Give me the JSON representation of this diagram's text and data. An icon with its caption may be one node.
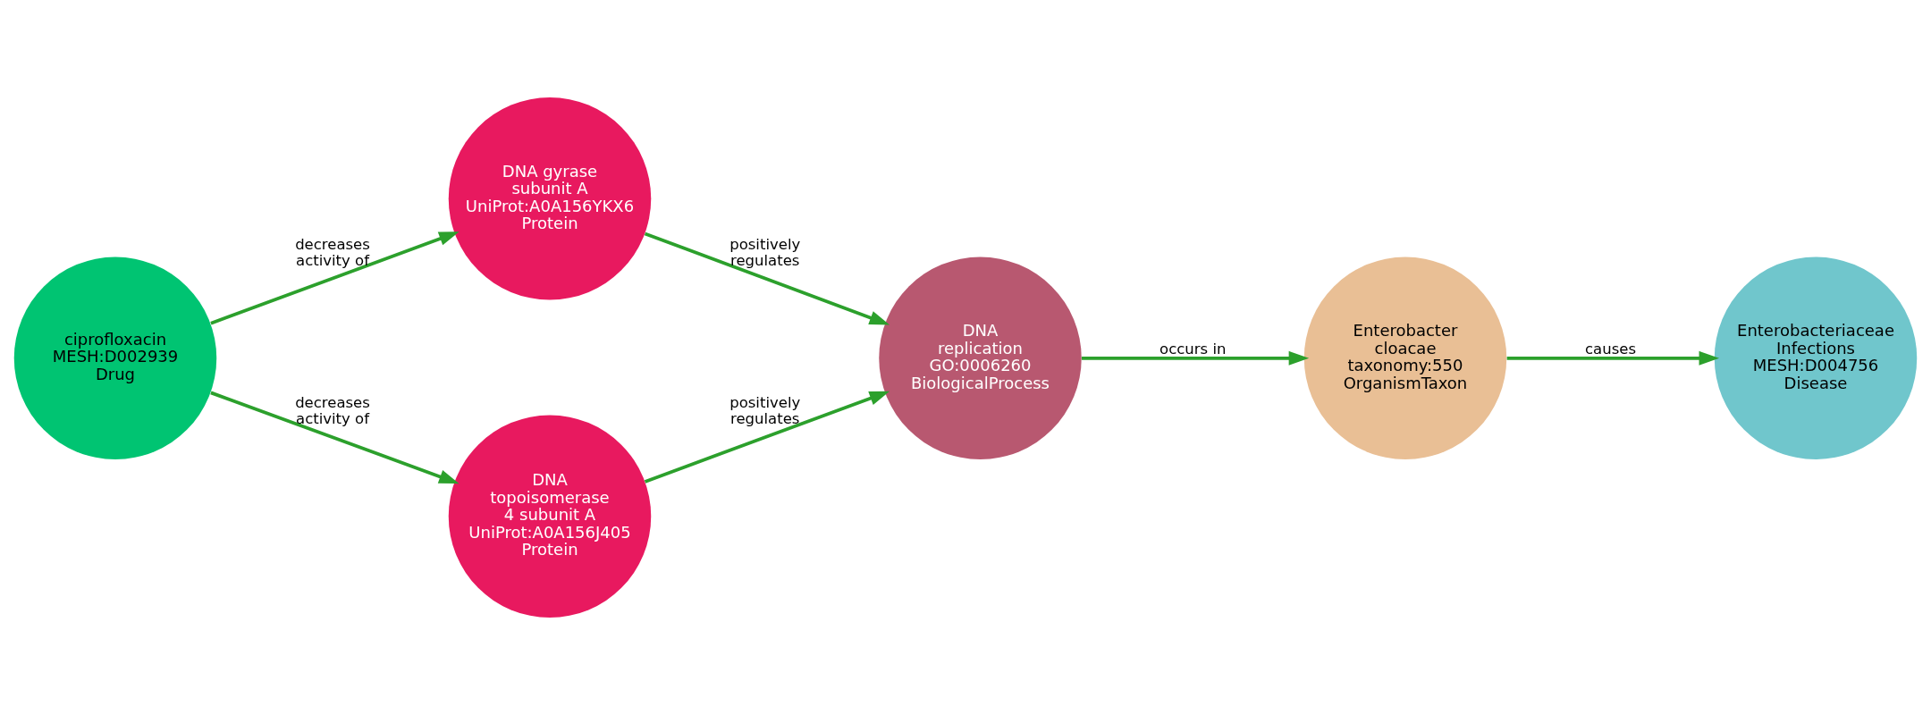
{
  "diagram": {
    "nodes": [
      {
        "text": [
          "ciprofloxacin",
          "MESH:D002939",
          "Drug"
        ]
      },
      {
        "text": [
          "DNA gyrase subunit A",
          "UniProt:A0A156YKX6",
          "Protein"
        ]
      },
      {
        "text": [
          "DNA topoisomerase 4 subunit A",
          "UniProt:A0A156J405",
          "Protein"
        ]
      },
      {
        "text": [
          "DNA replication",
          "GO:0006260",
          "BiologicalProcess"
        ]
      },
      {
        "text": [
          "Enterobacter cloacae",
          "taxonomy:550",
          "OrganismTaxon"
        ]
      },
      {
        "text": [
          "Enterobacteriaceae Infections",
          "MESH:D004756",
          "Disease"
        ]
      }
    ],
    "edges": [
      {
        "from": 0,
        "to": 1,
        "arrow": "to",
        "label": "decreases activity of"
      },
      {
        "from": 0,
        "to": 2,
        "arrow": "to",
        "label": "decreases activity of"
      },
      {
        "from": 1,
        "to": 3,
        "arrow": "to",
        "label": "positively regulates"
      },
      {
        "from": 2,
        "to": 3,
        "arrow": "to",
        "label": "positively regulates"
      },
      {
        "from": 3,
        "to": 4,
        "arrow": "to",
        "label": "occurs in"
      },
      {
        "from": 4,
        "to": 5,
        "arrow": "to",
        "label": "causes"
      }
    ]
  }
}
